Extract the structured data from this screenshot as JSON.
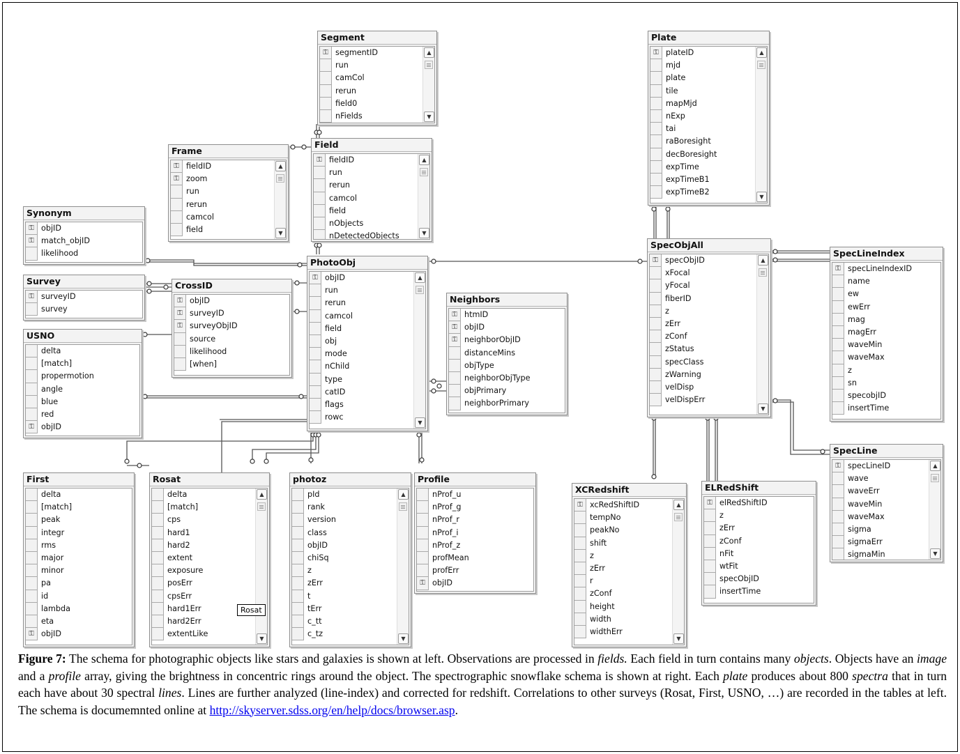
{
  "tables": [
    {
      "name": "Segment",
      "columns": [
        [
          "segmentID",
          1
        ],
        [
          "run",
          0
        ],
        [
          "camCol",
          0
        ],
        [
          "rerun",
          0
        ],
        [
          "field0",
          0
        ],
        [
          "nFields",
          0
        ]
      ],
      "scroll": true
    },
    {
      "name": "Plate",
      "columns": [
        [
          "plateID",
          1
        ],
        [
          "mjd",
          0
        ],
        [
          "plate",
          0
        ],
        [
          "tile",
          0
        ],
        [
          "mapMjd",
          0
        ],
        [
          "nExp",
          0
        ],
        [
          "tai",
          0
        ],
        [
          "raBoresight",
          0
        ],
        [
          "decBoresight",
          0
        ],
        [
          "expTime",
          0
        ],
        [
          "expTimeB1",
          0
        ],
        [
          "expTimeB2",
          0
        ]
      ],
      "scroll": true
    },
    {
      "name": "Frame",
      "columns": [
        [
          "fieldID",
          1
        ],
        [
          "zoom",
          1
        ],
        [
          "run",
          0
        ],
        [
          "rerun",
          0
        ],
        [
          "camcol",
          0
        ],
        [
          "field",
          0
        ]
      ],
      "scroll": true
    },
    {
      "name": "Field",
      "columns": [
        [
          "fieldID",
          1
        ],
        [
          "run",
          0
        ],
        [
          "rerun",
          0
        ],
        [
          "camcol",
          0
        ],
        [
          "field",
          0
        ],
        [
          "nObjects",
          0
        ],
        [
          "nDetectedObjects",
          0
        ]
      ],
      "scroll": true
    },
    {
      "name": "Synonym",
      "columns": [
        [
          "objID",
          1
        ],
        [
          "match_objID",
          1
        ],
        [
          "likelihood",
          0
        ]
      ],
      "scroll": false
    },
    {
      "name": "Survey",
      "columns": [
        [
          "surveyID",
          1
        ],
        [
          "survey",
          0
        ]
      ],
      "scroll": false
    },
    {
      "name": "CrossID",
      "columns": [
        [
          "objID",
          1
        ],
        [
          "surveyID",
          1
        ],
        [
          "surveyObjID",
          1
        ],
        [
          "source",
          0
        ],
        [
          "likelihood",
          0
        ],
        [
          "[when]",
          0
        ]
      ],
      "scroll": false
    },
    {
      "name": "USNO",
      "columns": [
        [
          "delta",
          0
        ],
        [
          "[match]",
          0
        ],
        [
          "propermotion",
          0
        ],
        [
          "angle",
          0
        ],
        [
          "blue",
          0
        ],
        [
          "red",
          0
        ],
        [
          "objID",
          1
        ]
      ],
      "scroll": false
    },
    {
      "name": "PhotoObj",
      "columns": [
        [
          "objID",
          1
        ],
        [
          "run",
          0
        ],
        [
          "rerun",
          0
        ],
        [
          "camcol",
          0
        ],
        [
          "field",
          0
        ],
        [
          "obj",
          0
        ],
        [
          "mode",
          0
        ],
        [
          "nChild",
          0
        ],
        [
          "type",
          0
        ],
        [
          "catID",
          0
        ],
        [
          "flags",
          0
        ],
        [
          "rowc",
          0
        ]
      ],
      "scroll": true
    },
    {
      "name": "Neighbors",
      "columns": [
        [
          "htmID",
          1
        ],
        [
          "objID",
          1
        ],
        [
          "neighborObjID",
          1
        ],
        [
          "distanceMins",
          0
        ],
        [
          "objType",
          0
        ],
        [
          "neighborObjType",
          0
        ],
        [
          "objPrimary",
          0
        ],
        [
          "neighborPrimary",
          0
        ]
      ],
      "scroll": false
    },
    {
      "name": "SpecObjAll",
      "columns": [
        [
          "specObjID",
          1
        ],
        [
          "xFocal",
          0
        ],
        [
          "yFocal",
          0
        ],
        [
          "fiberID",
          0
        ],
        [
          "z",
          0
        ],
        [
          "zErr",
          0
        ],
        [
          "zConf",
          0
        ],
        [
          "zStatus",
          0
        ],
        [
          "specClass",
          0
        ],
        [
          "zWarning",
          0
        ],
        [
          "velDisp",
          0
        ],
        [
          "velDispErr",
          0
        ]
      ],
      "scroll": true
    },
    {
      "name": "SpecLineIndex",
      "columns": [
        [
          "specLineIndexID",
          1
        ],
        [
          "name",
          0
        ],
        [
          "ew",
          0
        ],
        [
          "ewErr",
          0
        ],
        [
          "mag",
          0
        ],
        [
          "magErr",
          0
        ],
        [
          "waveMin",
          0
        ],
        [
          "waveMax",
          0
        ],
        [
          "z",
          0
        ],
        [
          "sn",
          0
        ],
        [
          "specobjID",
          0
        ],
        [
          "insertTime",
          0
        ]
      ],
      "scroll": false
    },
    {
      "name": "First",
      "columns": [
        [
          "delta",
          0
        ],
        [
          "[match]",
          0
        ],
        [
          "peak",
          0
        ],
        [
          "integr",
          0
        ],
        [
          "rms",
          0
        ],
        [
          "major",
          0
        ],
        [
          "minor",
          0
        ],
        [
          "pa",
          0
        ],
        [
          "id",
          0
        ],
        [
          "lambda",
          0
        ],
        [
          "eta",
          0
        ],
        [
          "objID",
          1
        ]
      ],
      "scroll": false
    },
    {
      "name": "Rosat",
      "columns": [
        [
          "delta",
          0
        ],
        [
          "[match]",
          0
        ],
        [
          "cps",
          0
        ],
        [
          "hard1",
          0
        ],
        [
          "hard2",
          0
        ],
        [
          "extent",
          0
        ],
        [
          "exposure",
          0
        ],
        [
          "posErr",
          0
        ],
        [
          "cpsErr",
          0
        ],
        [
          "hard1Err",
          0
        ],
        [
          "hard2Err",
          0
        ],
        [
          "extentLike",
          0
        ]
      ],
      "scroll": true
    },
    {
      "name": "photoz",
      "columns": [
        [
          "pId",
          0
        ],
        [
          "rank",
          0
        ],
        [
          "version",
          0
        ],
        [
          "class",
          0
        ],
        [
          "objID",
          0
        ],
        [
          "chiSq",
          0
        ],
        [
          "z",
          0
        ],
        [
          "zErr",
          0
        ],
        [
          "t",
          0
        ],
        [
          "tErr",
          0
        ],
        [
          "c_tt",
          0
        ],
        [
          "c_tz",
          0
        ]
      ],
      "scroll": true
    },
    {
      "name": "Profile",
      "columns": [
        [
          "nProf_u",
          0
        ],
        [
          "nProf_g",
          0
        ],
        [
          "nProf_r",
          0
        ],
        [
          "nProf_i",
          0
        ],
        [
          "nProf_z",
          0
        ],
        [
          "profMean",
          0
        ],
        [
          "profErr",
          0
        ],
        [
          "objID",
          1
        ]
      ],
      "scroll": false
    },
    {
      "name": "XCRedshift",
      "columns": [
        [
          "xcRedShiftID",
          1
        ],
        [
          "tempNo",
          0
        ],
        [
          "peakNo",
          0
        ],
        [
          "shift",
          0
        ],
        [
          "z",
          0
        ],
        [
          "zErr",
          0
        ],
        [
          "r",
          0
        ],
        [
          "zConf",
          0
        ],
        [
          "height",
          0
        ],
        [
          "width",
          0
        ],
        [
          "widthErr",
          0
        ]
      ],
      "scroll": true
    },
    {
      "name": "ELRedShift",
      "columns": [
        [
          "elRedShiftID",
          1
        ],
        [
          "z",
          0
        ],
        [
          "zErr",
          0
        ],
        [
          "zConf",
          0
        ],
        [
          "nFit",
          0
        ],
        [
          "wtFit",
          0
        ],
        [
          "specObjID",
          0
        ],
        [
          "insertTime",
          0
        ]
      ],
      "scroll": false
    },
    {
      "name": "SpecLine",
      "columns": [
        [
          "specLineID",
          1
        ],
        [
          "wave",
          0
        ],
        [
          "waveErr",
          0
        ],
        [
          "waveMin",
          0
        ],
        [
          "waveMax",
          0
        ],
        [
          "sigma",
          0
        ],
        [
          "sigmaErr",
          0
        ],
        [
          "sigmaMin",
          0
        ]
      ],
      "scroll": true
    }
  ],
  "tooltip": "Rosat",
  "caption": {
    "label": "Figure 7:",
    "parts": [
      [
        " The schema for photographic objects like stars and galaxies is shown at left. Observations are processed in ",
        0
      ],
      [
        "fields.",
        1
      ],
      [
        " Each field in turn contains many ",
        0
      ],
      [
        "objects",
        1
      ],
      [
        ". Objects have an ",
        0
      ],
      [
        "image",
        1
      ],
      [
        " and a ",
        0
      ],
      [
        "profile",
        1
      ],
      [
        " array, giving the brightness in concentric rings around the object. The spectrographic snowflake schema is shown at right. Each ",
        0
      ],
      [
        "plate",
        1
      ],
      [
        " produces about 800 ",
        0
      ],
      [
        "spectra",
        1
      ],
      [
        " that in turn each have about 30 spectral ",
        0
      ],
      [
        "lines",
        1
      ],
      [
        ". Lines are further analyzed (line-index) and corrected for redshift. Correlations to other surveys (Rosat, First, USNO, …) are recorded in the tables at left. The schema is documemnted online at ",
        0
      ]
    ],
    "link": "http://skyserver.sdss.org/en/help/docs/browser.asp",
    "end": "."
  }
}
